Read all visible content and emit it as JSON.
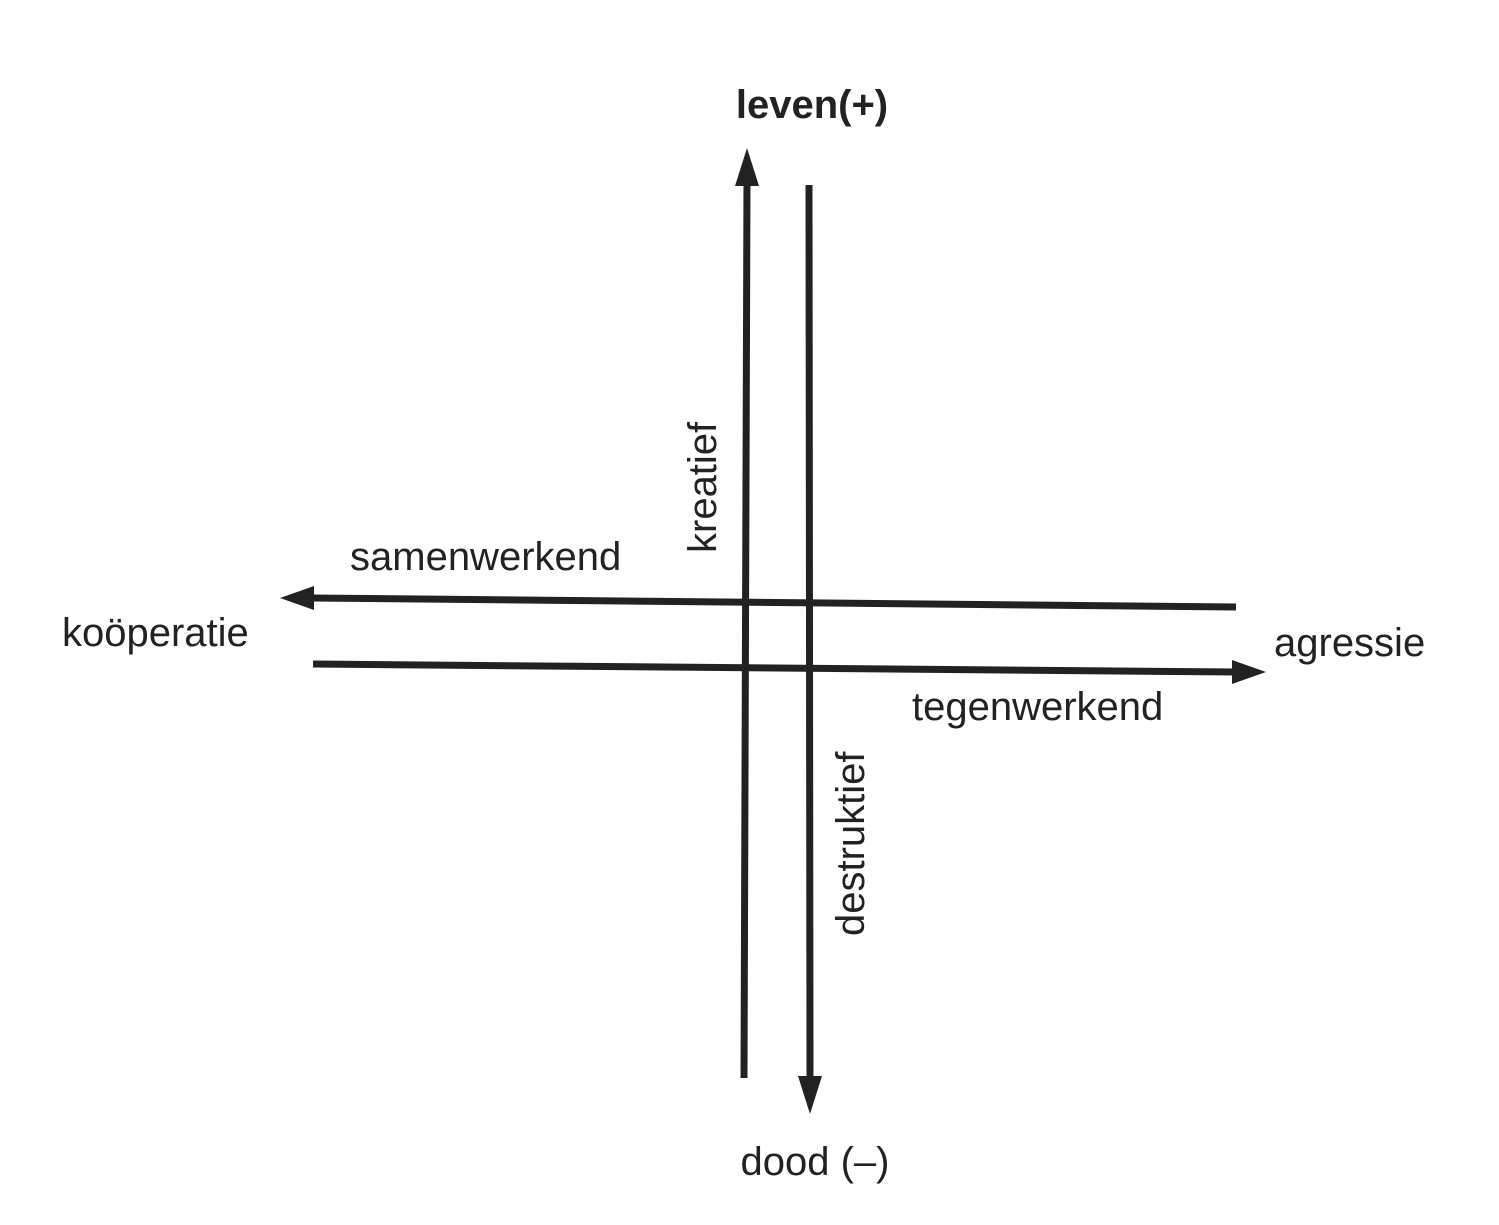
{
  "diagram": {
    "labels": {
      "top": "leven(+)",
      "bottom": "dood (–)",
      "left": "koöperatie",
      "right": "agressie",
      "upper_arrow": "samenwerkend",
      "lower_arrow": "tegenwerkend",
      "up_arrow": "kreatief",
      "down_arrow": "destruktief"
    },
    "colors": {
      "ink": "#222222",
      "background": "#ffffff"
    }
  }
}
